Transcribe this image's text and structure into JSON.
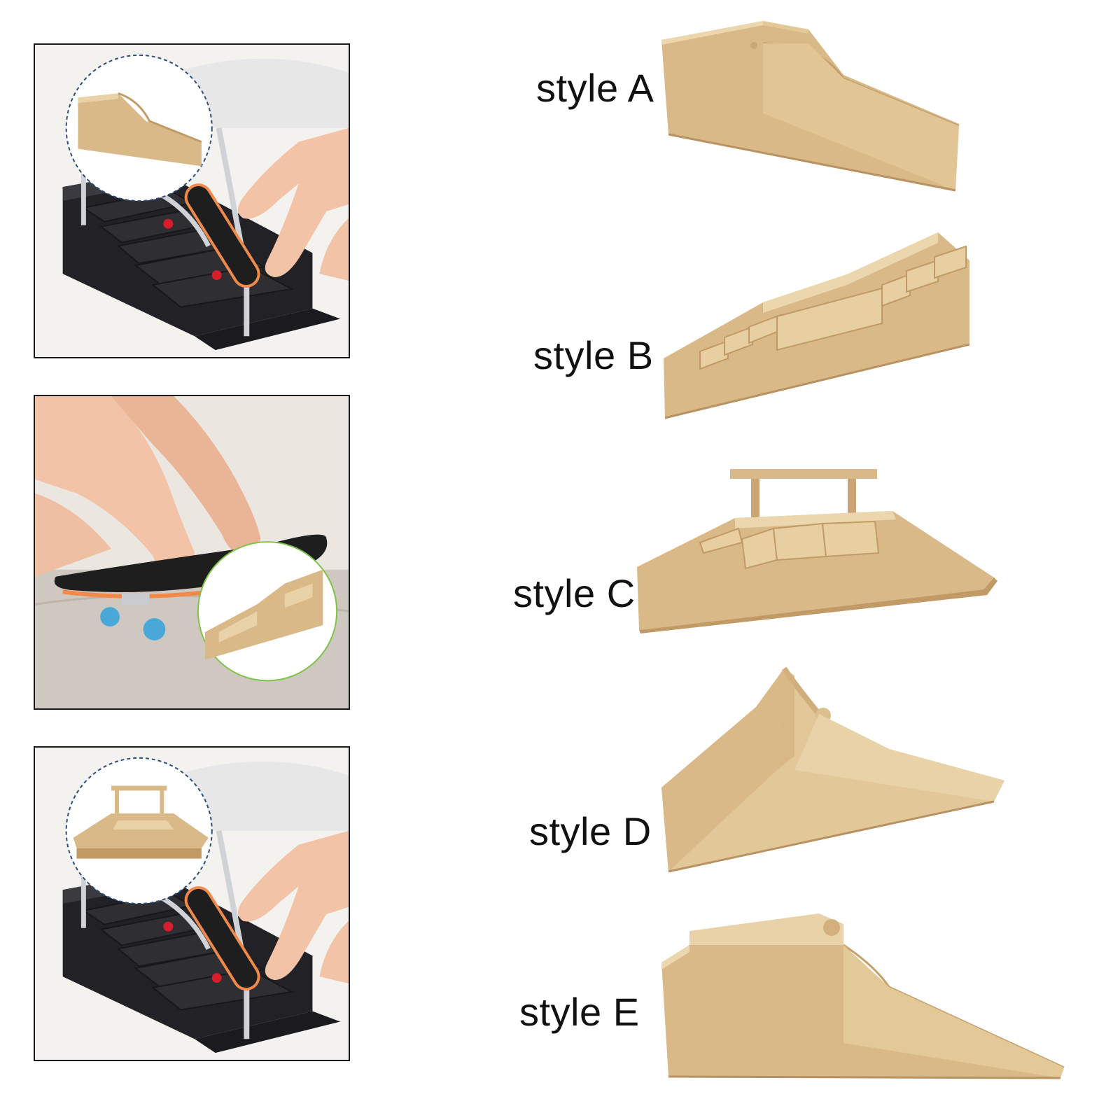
{
  "styles": [
    {
      "label": "style A"
    },
    {
      "label": "style B"
    },
    {
      "label": "style C"
    },
    {
      "label": "style D"
    },
    {
      "label": "style E"
    }
  ],
  "colors": {
    "wood_light": "#e9d2a8",
    "wood_mid": "#d9b988",
    "wood_dark": "#c29a66",
    "stairs_black": "#2a2a2e",
    "rail_silver": "#c8ccd1",
    "skin": "#f2c3a6",
    "grip_tape": "#1e1e1e",
    "deck_orange": "#f08a4b",
    "wheel_red": "#d81e2a",
    "wheel_blue": "#4aa8d8"
  },
  "icons": {
    "inset_circle": "dashed-circle",
    "hand": "hand-icon",
    "fingerboard": "fingerboard-icon"
  }
}
